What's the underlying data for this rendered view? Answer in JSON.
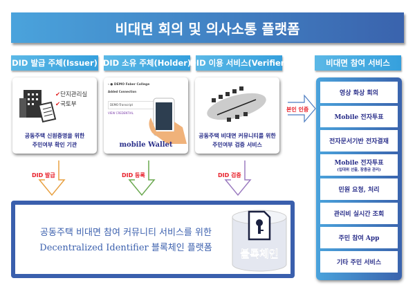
{
  "title": "비대면 회의 및 의사소통 플랫폼",
  "columns": [
    {
      "header": "DID 발급 주체(Issuer)",
      "checks": [
        "단지관리실",
        "국토부"
      ],
      "caption": [
        "공동주택 신원증명을 위한",
        "주민여부 확인 기관"
      ],
      "arrow_label": "DID 발급",
      "arrow_color": "#e8a040"
    },
    {
      "header": "DID 소유 주체(Holder)",
      "phone": {
        "app": "DEMO Faber College",
        "event": "Added Connection",
        "credential": "DEMO-Transcript",
        "link": "VIEW CREDENTIAL"
      },
      "caption": [
        "mobile Wallet"
      ],
      "arrow_label": "DID 등록",
      "arrow_color": "#6aa84f"
    },
    {
      "header": "DID 이용 서비스(Verifier)",
      "caption": [
        "공동주택 비대면 커뮤니티를 위한",
        "주민여부 검증 서비스"
      ],
      "arrow_label": "DID 검증",
      "arrow_color": "#9b7bc0"
    }
  ],
  "auth_arrow_label": "본인 인증",
  "services": {
    "header": "비대면 참여 서비스",
    "items": [
      {
        "label": "영상 화상 회의"
      },
      {
        "label": "Mobile 전자투표"
      },
      {
        "label": "전자문서기반 전자결재"
      },
      {
        "label": "Mobile 전자투표",
        "sub": "(입대위 선출, 장충금 관리)"
      },
      {
        "label": "민원 요청, 처리"
      },
      {
        "label": "관리비 실시간 조회"
      },
      {
        "label": "주민 참여 App"
      },
      {
        "label": "기타 주민 서비스"
      }
    ]
  },
  "platform": {
    "lines": [
      "공동주택 비대면 참여 커뮤니티 서비스를 위한",
      "Decentralized Identifier 블록체인 플랫폼"
    ],
    "blockchain_label": "블록체인"
  }
}
